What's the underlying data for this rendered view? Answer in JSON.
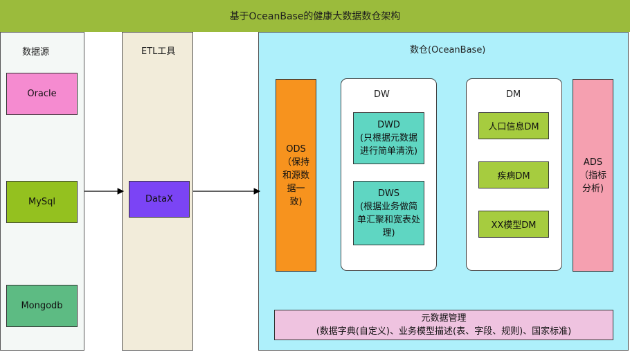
{
  "title": "基于OceanBase的健康大数据数仓架构",
  "source_panel": {
    "label": "数据源",
    "nodes": [
      "Oracle",
      "MySql",
      "Mongodb"
    ]
  },
  "etl_panel": {
    "label": "ETL工具",
    "node": "DataX"
  },
  "warehouse": {
    "label": "数仓(OceanBase)",
    "ods_lines": [
      "ODS",
      "（保持",
      "和源数",
      "据一",
      "致)"
    ],
    "dw": {
      "label": "DW",
      "dwd_lines": [
        "DWD",
        "(只根据元数据",
        "进行简单清洗)"
      ],
      "dws_lines": [
        "DWS",
        "(根据业务做简",
        "单汇聚和宽表处",
        "理)"
      ]
    },
    "dm": {
      "label": "DM",
      "items": [
        "人口信息DM",
        "疾病DM",
        "XX模型DM"
      ]
    },
    "ads_lines": [
      "ADS",
      "（指标",
      "分析)"
    ],
    "metadata": {
      "title": "元数据管理",
      "desc": "(数据字典(自定义)、业务模型描述(表、字段、规则)、国家标准)"
    }
  },
  "colors": {
    "title_bar": "#9bbb3c",
    "oracle": "#f58bd0",
    "mysql": "#94c11f",
    "mongodb": "#5dbb83",
    "datax": "#7b44f5",
    "ods": "#f7931e",
    "dw_node": "#5fd6c2",
    "dm_node": "#a6cc3f",
    "ads": "#f5a0b0",
    "metadata": "#efc3e0",
    "warehouse_bg": "#aef0fb",
    "etl_bg": "#f2ecda",
    "source_bg": "#f4f8f6"
  }
}
